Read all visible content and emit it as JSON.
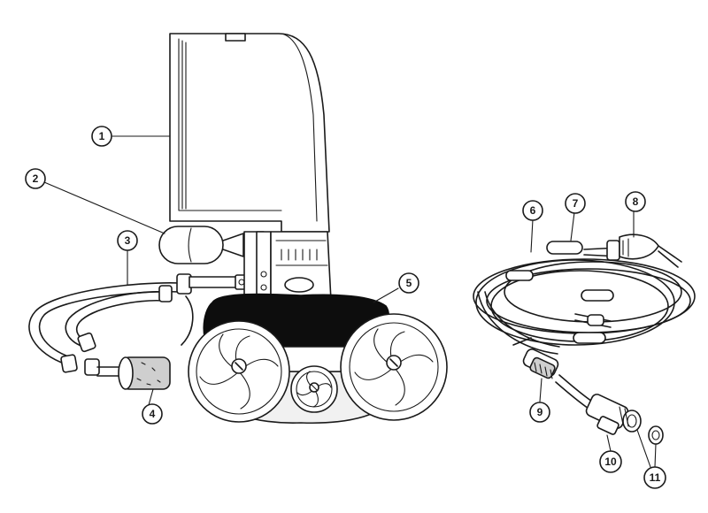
{
  "callouts": [
    {
      "id": "1",
      "text": "1"
    },
    {
      "id": "2",
      "text": "2"
    },
    {
      "id": "3",
      "text": "3"
    },
    {
      "id": "4",
      "text": "4"
    },
    {
      "id": "5",
      "text": "5"
    },
    {
      "id": "6",
      "text": "6"
    },
    {
      "id": "7",
      "text": "7"
    },
    {
      "id": "8",
      "text": "8"
    },
    {
      "id": "9",
      "text": "9"
    },
    {
      "id": "10",
      "text": "10"
    },
    {
      "id": "11",
      "text": "11"
    }
  ],
  "colors": {
    "line": "#1a1a1a",
    "background": "#ffffff",
    "body_fill": "#f1f1f1",
    "dark_parts": "#0d0d0d"
  }
}
